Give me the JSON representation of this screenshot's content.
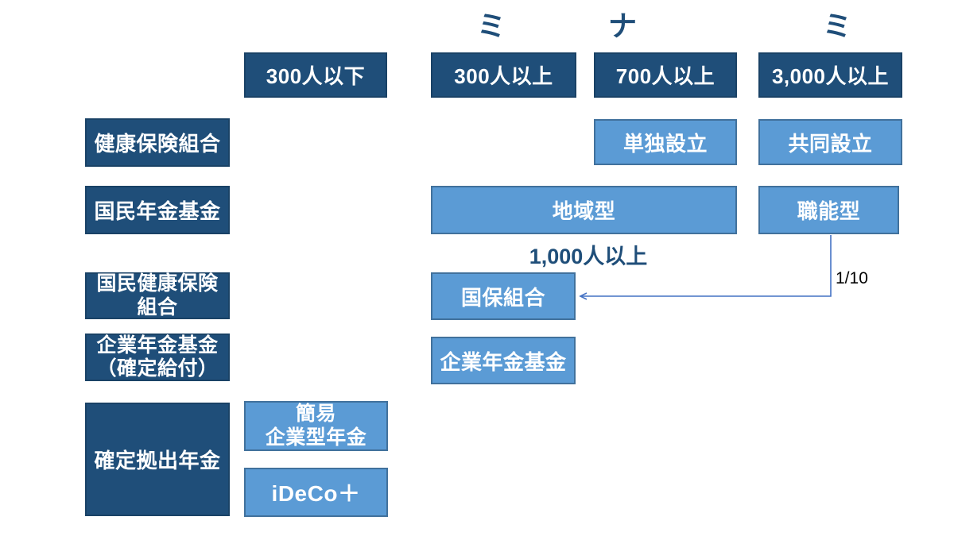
{
  "kana_headers": [
    "ミ",
    "ナ",
    "ミ"
  ],
  "size_row": {
    "under_300": "300人以下",
    "over_300": "300人以上",
    "over_700": "700人以上",
    "over_3000": "3,000人以上"
  },
  "left_labels": {
    "health_insurance_union": "健康保険組合",
    "national_pension_fund": "国民年金基金",
    "national_health_insurance_union_l1": "国民健康保険",
    "national_health_insurance_union_l2": "組合",
    "corporate_pension_fund_db_l1": "企業年金基金",
    "corporate_pension_fund_db_l2": "（確定給付）",
    "defined_contribution_pension": "確定拠出年金"
  },
  "cells": {
    "single_establishment": "単独設立",
    "joint_establishment": "共同設立",
    "regional_type": "地域型",
    "occupational_type": "職能型",
    "kokuho_union": "国保組合",
    "corporate_pension_fund": "企業年金基金",
    "simple_corporate_pension_l1": "簡易",
    "simple_corporate_pension_l2": "企業型年金",
    "ideco_plus": "iDeCo＋"
  },
  "annotations": {
    "over_1000": "1,000人以上",
    "one_tenth": "1/10"
  },
  "colors": {
    "dark_box": "#1F4E79",
    "dark_box_border": "#1A4266",
    "light_box_fill": "#5B9BD5",
    "light_box_border": "#41719C",
    "arrow": "#4472C4",
    "heading_text": "#1F4E79",
    "box_text": "#FFFFFF",
    "annotation_text": "#000000"
  }
}
